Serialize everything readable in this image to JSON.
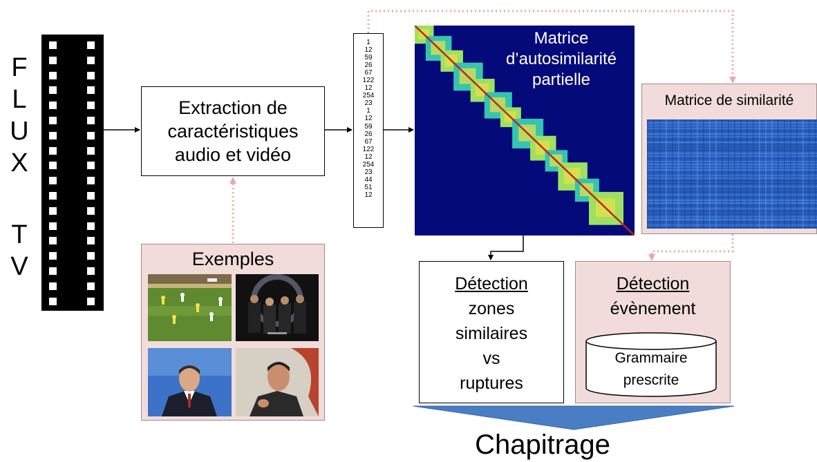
{
  "flux_letters": [
    "F",
    "L",
    "U",
    "X",
    "T",
    "V"
  ],
  "extraction": {
    "line1": "Extraction de",
    "line2": "caractéristiques",
    "line3": "audio et vidéo"
  },
  "feature_vector": [
    "1",
    "12",
    "59",
    "26",
    "67",
    "122",
    "12",
    "254",
    "23",
    "1",
    "12",
    "59",
    "26",
    "67",
    "122",
    "12",
    "254",
    "23",
    "44",
    "51",
    "12"
  ],
  "self_similarity": {
    "line1": "Matrice",
    "line2": "d’autosimilarité",
    "line3": "partielle"
  },
  "similarity": {
    "title": "Matrice de similarité"
  },
  "examples": {
    "title": "Exemples"
  },
  "detection_zones": {
    "title": "Détection",
    "line1": "zones",
    "line2": "similaires",
    "line3": "vs",
    "line4": "ruptures"
  },
  "detection_event": {
    "title": "Détection",
    "line1": "évènement",
    "db_line1": "Grammaire",
    "db_line2": "prescrite"
  },
  "chapitrage": "Chapitrage",
  "colors": {
    "matrix_bg": "#040a7a",
    "pink_panel": "#f2dcdb",
    "dotted_arrow": "#e8a9a9",
    "chapter_arrow": "#4a7ec4"
  }
}
